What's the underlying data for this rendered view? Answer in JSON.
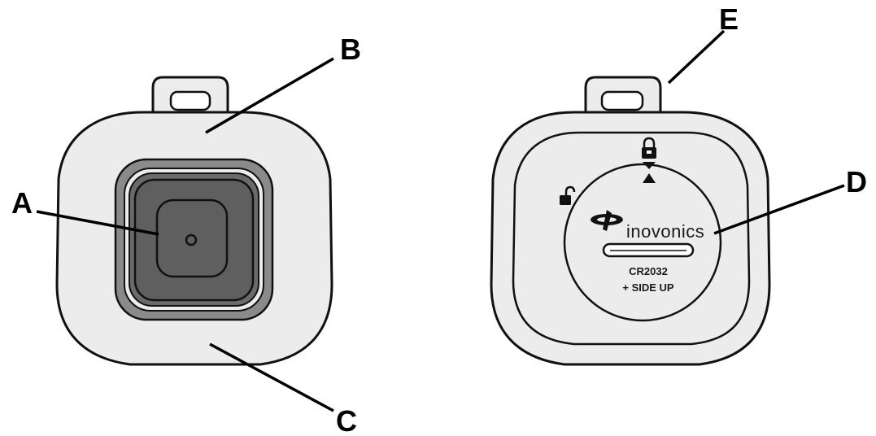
{
  "callouts": {
    "a": "A",
    "b": "B",
    "c": "C",
    "d": "D",
    "e": "E"
  },
  "back_cover": {
    "brand": "inovonics",
    "battery_model": "CR2032",
    "battery_orientation": "+ SIDE UP"
  },
  "icons": {
    "lock_closed": "padlock-closed-icon",
    "lock_open": "padlock-open-icon",
    "arrows": "alignment-arrows-icon",
    "logo": "inovonics-logo-icon"
  },
  "colors": {
    "device_body": "#ececec",
    "button_dark": "#5f5f5f",
    "outline": "#111111"
  }
}
